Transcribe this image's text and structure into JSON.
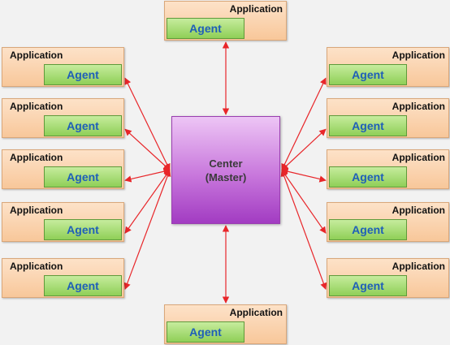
{
  "center": {
    "line1": "Center",
    "line2": "(Master)"
  },
  "nodes": [
    {
      "side": "top",
      "app": "Application",
      "agent": "Agent"
    },
    {
      "side": "left",
      "app": "Application",
      "agent": "Agent"
    },
    {
      "side": "left",
      "app": "Application",
      "agent": "Agent"
    },
    {
      "side": "left",
      "app": "Application",
      "agent": "Agent"
    },
    {
      "side": "left",
      "app": "Application",
      "agent": "Agent"
    },
    {
      "side": "left",
      "app": "Application",
      "agent": "Agent"
    },
    {
      "side": "right",
      "app": "Application",
      "agent": "Agent"
    },
    {
      "side": "right",
      "app": "Application",
      "agent": "Agent"
    },
    {
      "side": "right",
      "app": "Application",
      "agent": "Agent"
    },
    {
      "side": "right",
      "app": "Application",
      "agent": "Agent"
    },
    {
      "side": "right",
      "app": "Application",
      "agent": "Agent"
    },
    {
      "side": "bottom",
      "app": "Application",
      "agent": "Agent"
    }
  ],
  "colors": {
    "arrow": "#e8262a",
    "application_fill": "#f8c79a",
    "agent_fill": "#8fcf57",
    "agent_text": "#1f5fb8",
    "center_fill": "#c877dc"
  }
}
